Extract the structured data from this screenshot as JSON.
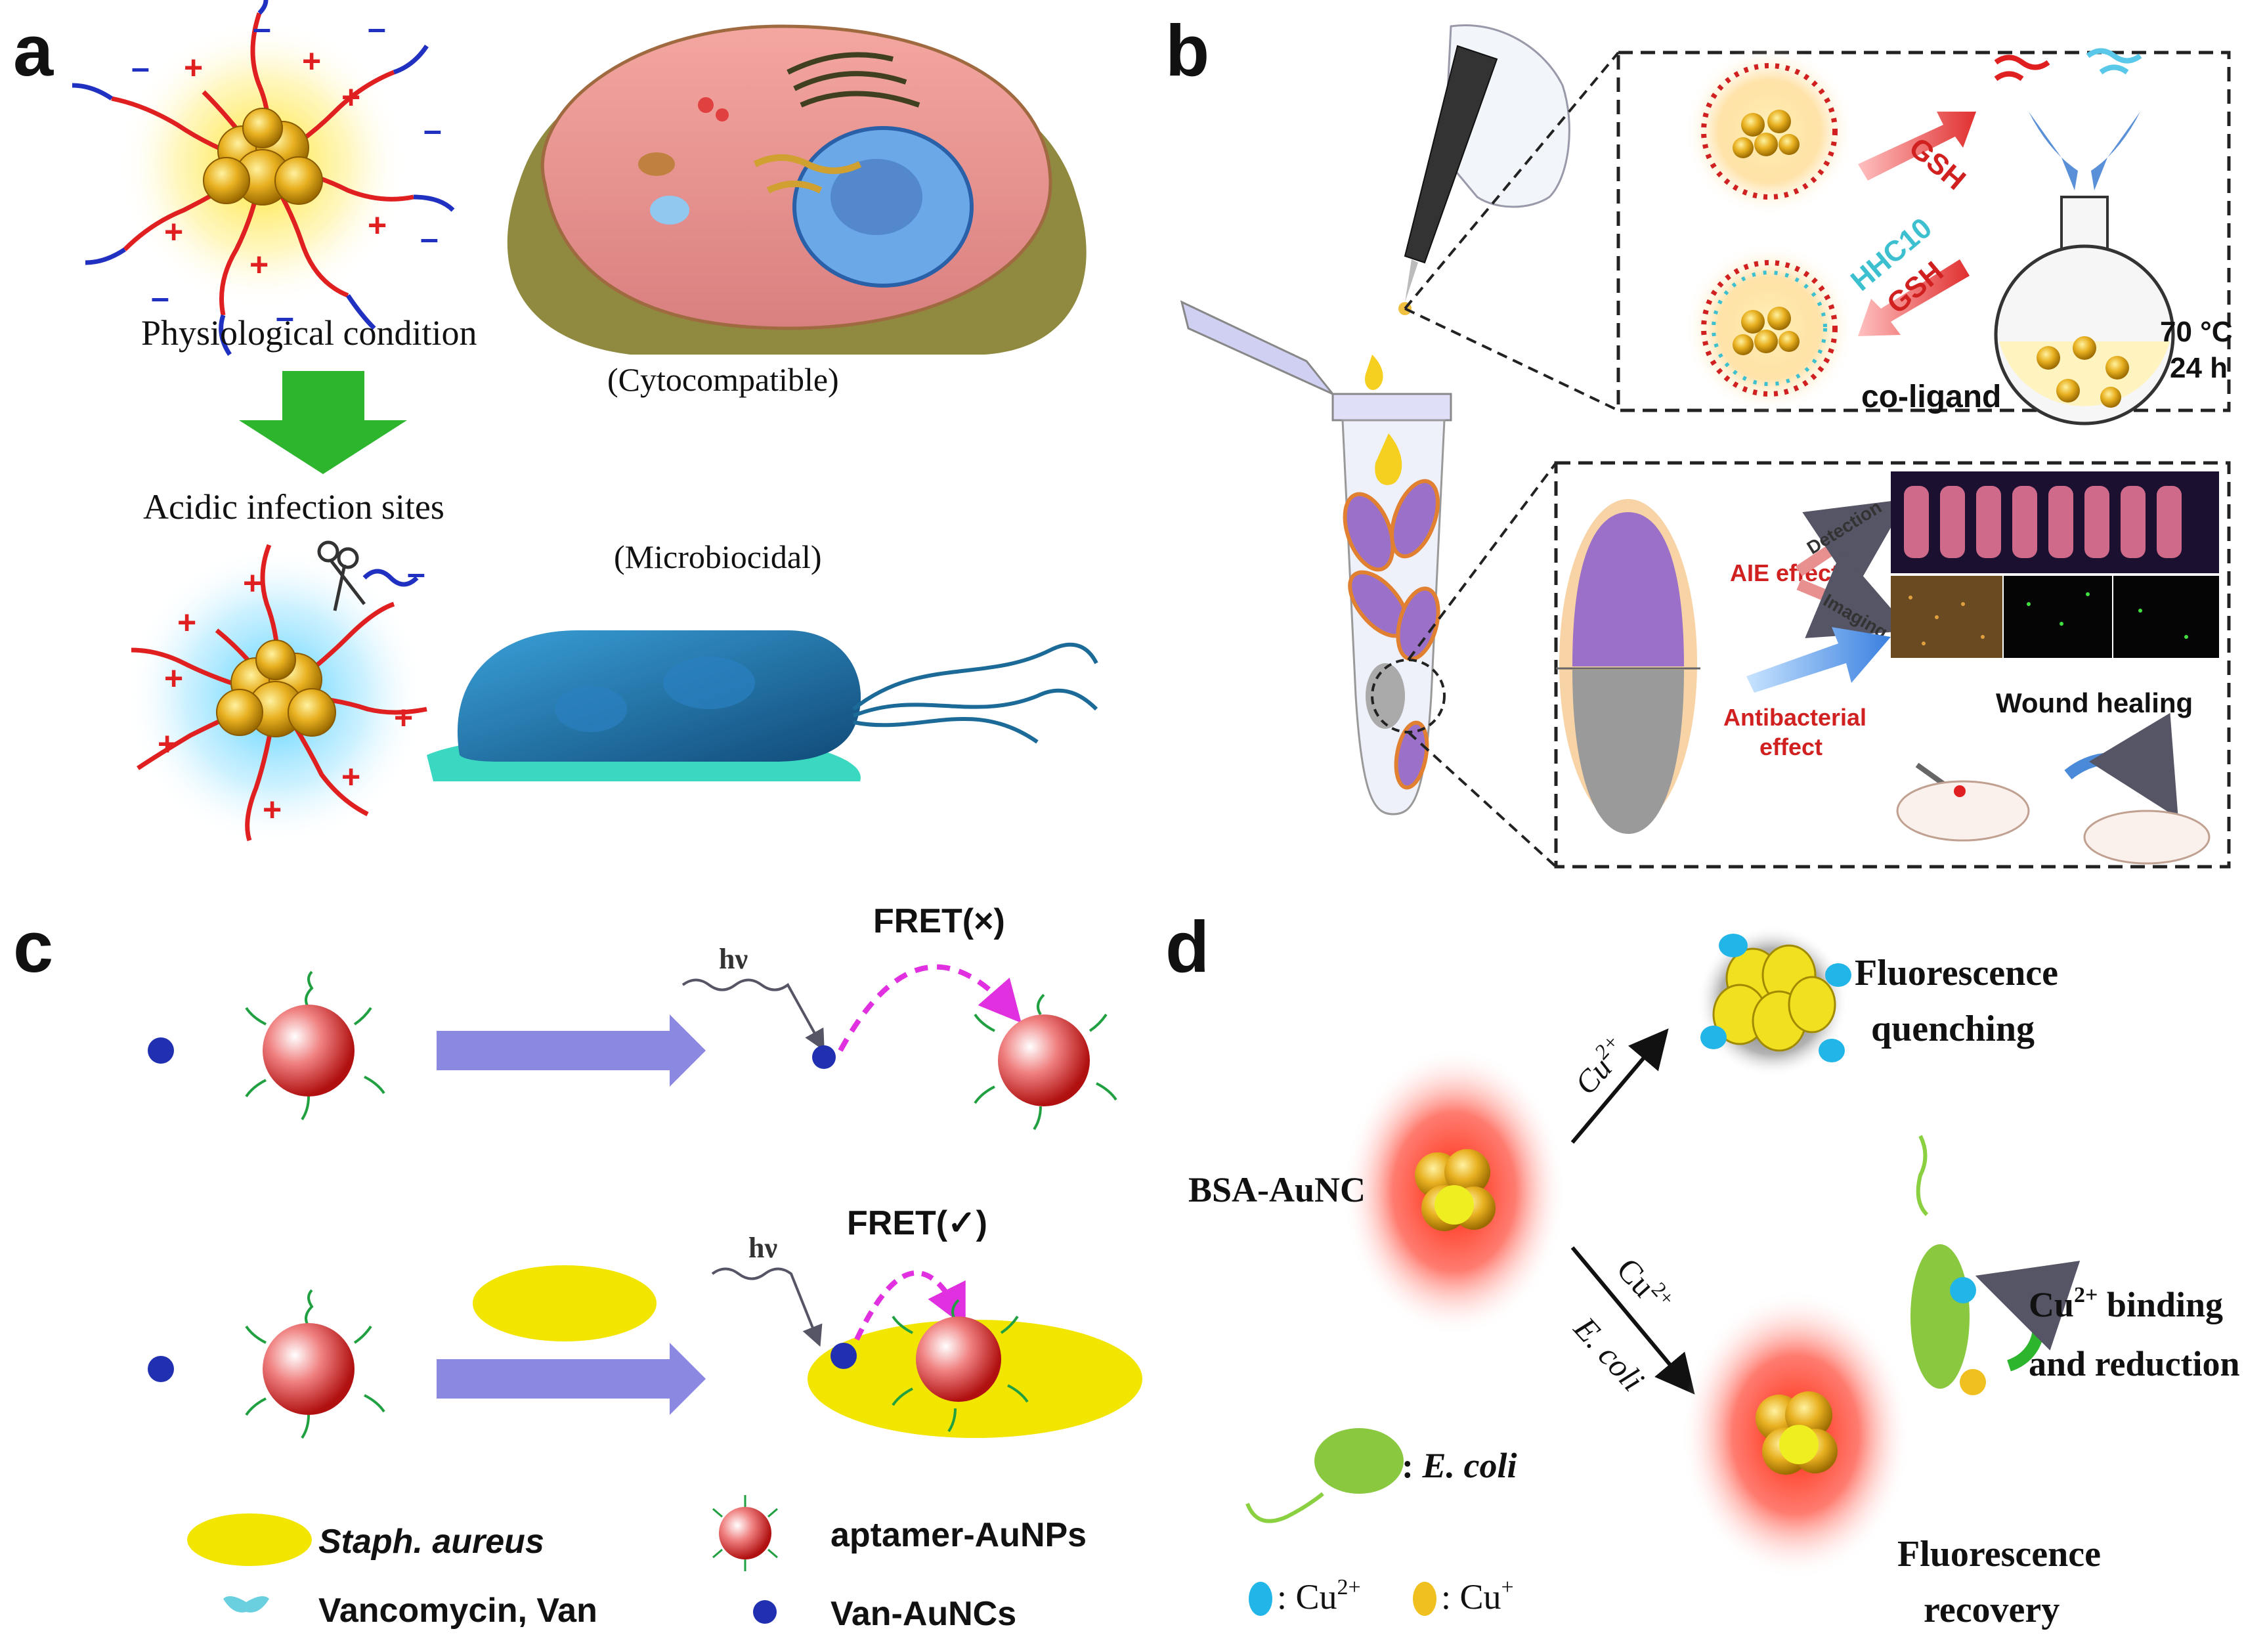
{
  "panels": {
    "a": {
      "label": "a",
      "physiological": "Physiological condition",
      "cytocompatible": "(Cytocompatible)",
      "acidic": "Acidic infection sites",
      "microbiocidal": "(Microbiocidal)"
    },
    "b": {
      "label": "b",
      "gsh_top": "GSH",
      "hhc10": "HHC10",
      "gsh_bottom": "GSH",
      "coligand": "co-ligand",
      "temp": "70 °C",
      "time": "24 h",
      "aie": "AIE effect",
      "detection": "Detection",
      "imaging": "Imaging",
      "antibacterial1": "Antibacterial",
      "antibacterial2": "effect",
      "wound": "Wound healing"
    },
    "c": {
      "label": "c",
      "hv1": "hν",
      "fret_x": "FRET(×)",
      "hv2": "hν",
      "fret_check": "FRET(✓)",
      "legend_staph": "Staph. aureus",
      "legend_aptamer": "aptamer-AuNPs",
      "legend_van": "Vancomycin, Van",
      "legend_vannc": "Van-AuNCs"
    },
    "d": {
      "label": "d",
      "bsa": "BSA-AuNC",
      "cu_top": "Cu",
      "cu_top_sup": "2+",
      "fq1": "Fluorescence",
      "fq2": "quenching",
      "cu_bottom": "Cu",
      "cu_bottom_sup": "2+",
      "ecoli_arrow": "E. coli",
      "bind_cu": "Cu",
      "bind_sup": "2+",
      "bind1": " binding",
      "bind2": "and reduction",
      "fr1": "Fluorescence",
      "fr2": "recovery",
      "legend_ecoli": "E. coli",
      "legend_cu2": "Cu",
      "legend_cu2_sup": "2+",
      "legend_cu1": "Cu",
      "legend_cu1_sup": "+"
    }
  },
  "colors": {
    "gold": "#e8b020",
    "red_ligand": "#e02020",
    "blue_ligand": "#2030c0",
    "green_arrow": "#2db52d",
    "purple_arrow": "#8a88e0",
    "magenta": "#e030e0",
    "yellow_staph": "#f2e600",
    "cu2": "#22b6e8",
    "cu1": "#f0c020"
  }
}
